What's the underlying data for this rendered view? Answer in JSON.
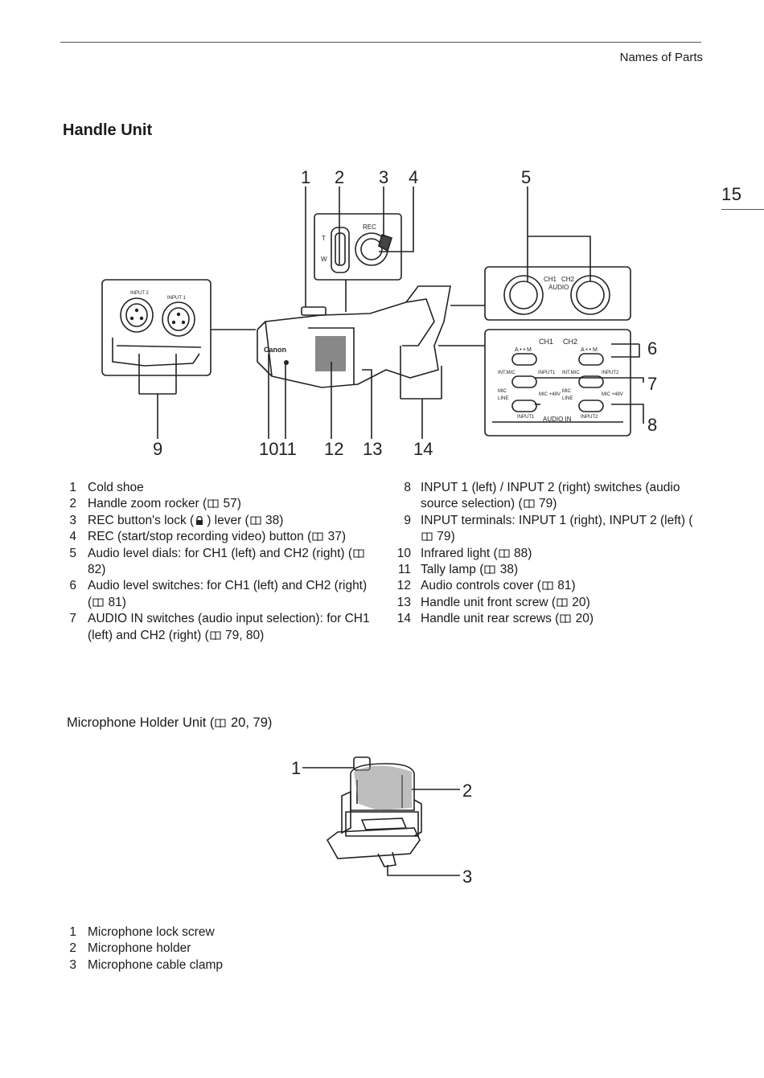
{
  "header": {
    "running_head": "Names of Parts",
    "page_number": "15"
  },
  "handle_unit": {
    "title": "Handle Unit",
    "callout_numbers": [
      "1",
      "2",
      "3",
      "4",
      "5",
      "6",
      "7",
      "8",
      "9",
      "10",
      "11",
      "12",
      "13",
      "14"
    ],
    "figure_labels": {
      "rec": "REC",
      "t": "T",
      "w": "W",
      "ch1": "CH1",
      "ch2": "CH2",
      "audio": "AUDIO",
      "canon": "Canon",
      "input1": "INPUT 1",
      "input2": "INPUT 2",
      "a_m": "A • • M",
      "int_mic": "INT.MIC",
      "mic": "MIC",
      "line": "LINE",
      "input1_short": "INPUT1",
      "input2_short": "INPUT2",
      "mic_48v": "MIC +48V",
      "audio_in": "AUDIO IN"
    },
    "parts_left": [
      {
        "num": "1",
        "pre": "Cold shoe",
        "ref": "",
        "post": ""
      },
      {
        "num": "2",
        "pre": "Handle zoom rocker (",
        "ref": " 57",
        "post": ")"
      },
      {
        "num": "3",
        "pre": "REC button's lock (",
        "lock": true,
        "mid": ") lever (",
        "ref": " 38",
        "post": ")"
      },
      {
        "num": "4",
        "pre": "REC (start/stop recording video) button (",
        "ref": " 37",
        "post": ")"
      },
      {
        "num": "5",
        "pre": "Audio level dials: for CH1 (left) and CH2 (right) (",
        "ref": " 82",
        "post": ")"
      },
      {
        "num": "6",
        "pre": "Audio level switches: for CH1 (left) and CH2 (right) (",
        "ref": " 81",
        "post": ")"
      },
      {
        "num": "7",
        "pre": "AUDIO IN switches (audio input selection): for CH1 (left) and CH2 (right) (",
        "ref": " 79, 80",
        "post": ")"
      }
    ],
    "parts_right": [
      {
        "num": "8",
        "pre": "INPUT 1 (left) / INPUT 2 (right) switches (audio source selection) (",
        "ref": " 79",
        "post": ")"
      },
      {
        "num": "9",
        "pre": "INPUT terminals: INPUT 1 (right), INPUT 2 (left) (",
        "ref": " 79",
        "post": ")"
      },
      {
        "num": "10",
        "pre": "Infrared light (",
        "ref": " 88",
        "post": ")"
      },
      {
        "num": "11",
        "pre": "Tally lamp (",
        "ref": " 38",
        "post": ")"
      },
      {
        "num": "12",
        "pre": "Audio controls cover (",
        "ref": " 81",
        "post": ")"
      },
      {
        "num": "13",
        "pre": "Handle unit front screw (",
        "ref": " 20",
        "post": ")"
      },
      {
        "num": "14",
        "pre": "Handle unit rear screws (",
        "ref": " 20",
        "post": ")"
      }
    ]
  },
  "microphone_holder": {
    "title_pre": "Microphone Holder Unit (",
    "title_ref": " 20, 79",
    "title_post": ")",
    "callout_numbers": [
      "1",
      "2",
      "3"
    ],
    "parts": [
      {
        "num": "1",
        "text": "Microphone lock screw"
      },
      {
        "num": "2",
        "text": "Microphone holder"
      },
      {
        "num": "3",
        "text": "Microphone cable clamp"
      }
    ]
  }
}
